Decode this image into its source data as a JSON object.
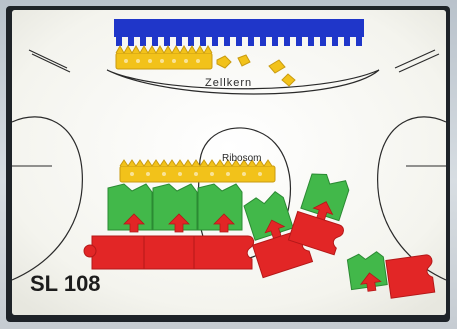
{
  "photo": {
    "labels": {
      "zellkern": "Zellkern",
      "ribosom": "Ribosom",
      "model_code": "SL 108"
    },
    "colors": {
      "board": "#f7f7f2",
      "outline": "#2a2a2a",
      "blue_dna": "#1f36c9",
      "yellow_rna": "#f2c21a",
      "green_trna": "#42b84a",
      "red_amino": "#e22626",
      "red_dark": "#b41818"
    }
  }
}
